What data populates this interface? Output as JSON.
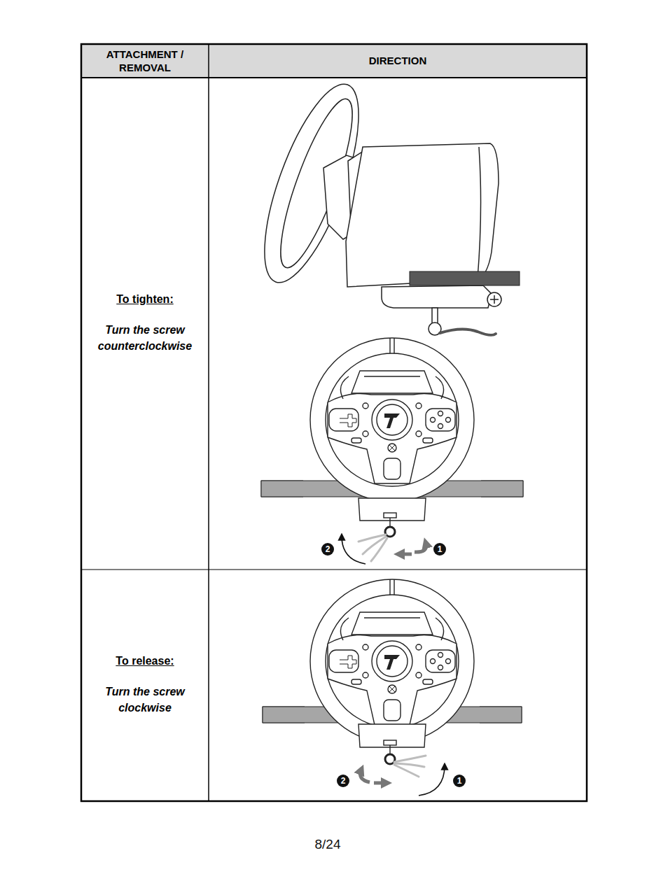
{
  "diagram": {
    "nodes": [
      {
        "text": [
          "ATTACHMENT / REMOVAL"
        ]
      },
      {
        "text": [
          "DIRECTION"
        ]
      },
      {
        "text": [
          "To tighten:",
          "Turn the screw counterclockwise"
        ]
      },
      {
        "text": [
          "To release:",
          "Turn the screw clockwise"
        ]
      }
    ],
    "labels": [
      "2",
      "1",
      "2",
      "1",
      "8/24"
    ]
  }
}
